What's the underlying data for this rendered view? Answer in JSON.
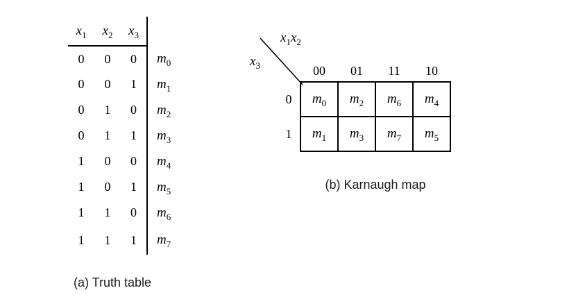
{
  "truth_table": {
    "caption": "(a) Truth table",
    "minterm_base": "m",
    "headers": [
      {
        "base": "x",
        "sub": "1"
      },
      {
        "base": "x",
        "sub": "2"
      },
      {
        "base": "x",
        "sub": "3"
      }
    ],
    "rows": [
      {
        "x1": "0",
        "x2": "0",
        "x3": "0",
        "m_sub": "0"
      },
      {
        "x1": "0",
        "x2": "0",
        "x3": "1",
        "m_sub": "1"
      },
      {
        "x1": "0",
        "x2": "1",
        "x3": "0",
        "m_sub": "2"
      },
      {
        "x1": "0",
        "x2": "1",
        "x3": "1",
        "m_sub": "3"
      },
      {
        "x1": "1",
        "x2": "0",
        "x3": "0",
        "m_sub": "4"
      },
      {
        "x1": "1",
        "x2": "0",
        "x3": "1",
        "m_sub": "5"
      },
      {
        "x1": "1",
        "x2": "1",
        "x3": "0",
        "m_sub": "6"
      },
      {
        "x1": "1",
        "x2": "1",
        "x3": "1",
        "m_sub": "7"
      }
    ]
  },
  "kmap": {
    "caption": "(b) Karnaugh map",
    "minterm_base": "m",
    "corner_label_top": {
      "base1": "x",
      "sub1": "1",
      "base2": "x",
      "sub2": "2"
    },
    "corner_label_side": {
      "base": "x",
      "sub": "3"
    },
    "col_headers": [
      "00",
      "01",
      "11",
      "10"
    ],
    "row_headers": [
      "0",
      "1"
    ],
    "cells": [
      [
        "0",
        "2",
        "6",
        "4"
      ],
      [
        "1",
        "3",
        "7",
        "5"
      ]
    ]
  }
}
